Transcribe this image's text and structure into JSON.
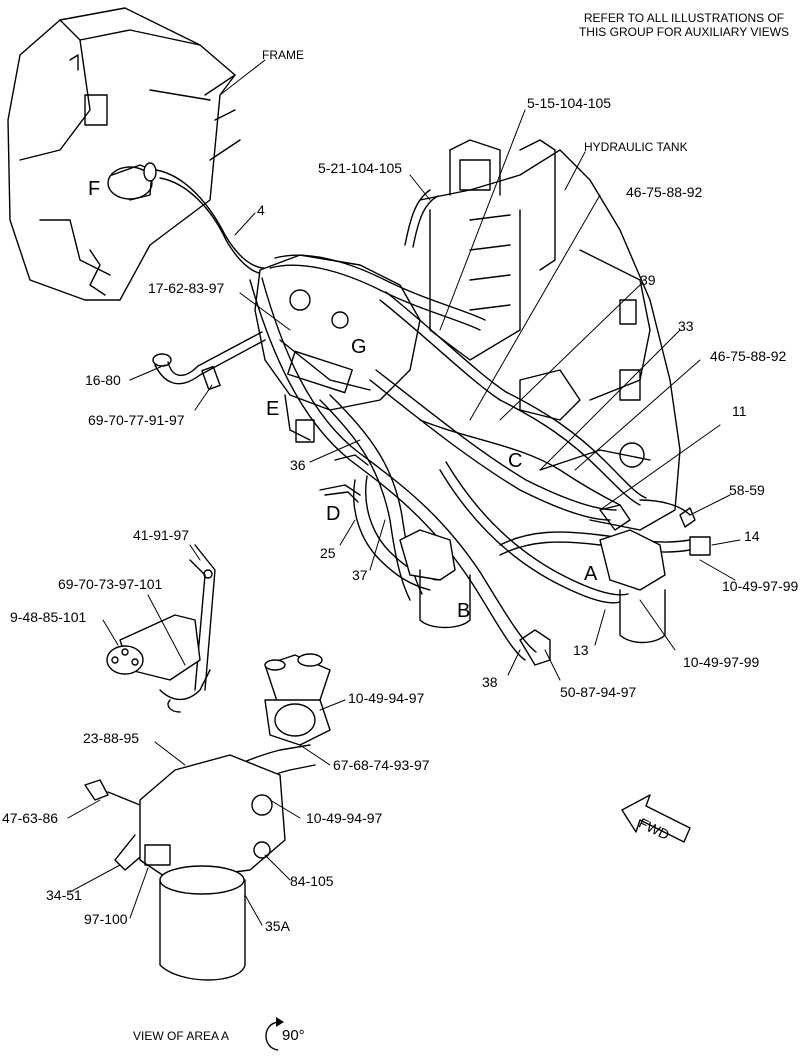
{
  "header_note": [
    "REFER TO ALL ILLUSTRATIONS OF",
    "THIS GROUP FOR AUXILIARY VIEWS"
  ],
  "labels": {
    "frame": "FRAME",
    "hydraulic_tank": "HYDRAULIC TANK",
    "p_5_15_104_105": "5-15-104-105",
    "p_5_21_104_105": "5-21-104-105",
    "p_46_75_88_92_a": "46-75-88-92",
    "p_39": "39",
    "p_33": "33",
    "p_46_75_88_92_b": "46-75-88-92",
    "p_11": "11",
    "p_58_59": "58-59",
    "p_14": "14",
    "p_10_49_97_99_a": "10-49-97-99",
    "p_10_49_97_99_b": "10-49-97-99",
    "p_4": "4",
    "p_17_62_83_97": "17-62-83-97",
    "p_16_80": "16-80",
    "p_69_70_77_91_97": "69-70-77-91-97",
    "p_36": "36",
    "p_25": "25",
    "p_37": "37",
    "p_38": "38",
    "p_13": "13",
    "p_50_87_94_97": "50-87-94-97",
    "p_41_91_97": "41-91-97",
    "p_69_70_73_97_101": "69-70-73-97-101",
    "p_9_48_85_101": "9-48-85-101",
    "p_10_49_94_97_a": "10-49-94-97",
    "p_23_88_95": "23-88-95",
    "p_67_68_74_93_97": "67-68-74-93-97",
    "p_47_63_86": "47-63-86",
    "p_10_49_94_97_b": "10-49-94-97",
    "p_84_105": "84-105",
    "p_34_51": "34-51",
    "p_97_100": "97-100",
    "p_35a": "35A"
  },
  "letters": {
    "F": "F",
    "G": "G",
    "E": "E",
    "C": "C",
    "D": "D",
    "A": "A",
    "B": "B"
  },
  "fwd_label": "FWD",
  "footer": {
    "view_label": "VIEW OF AREA A",
    "rotation": "90°"
  }
}
